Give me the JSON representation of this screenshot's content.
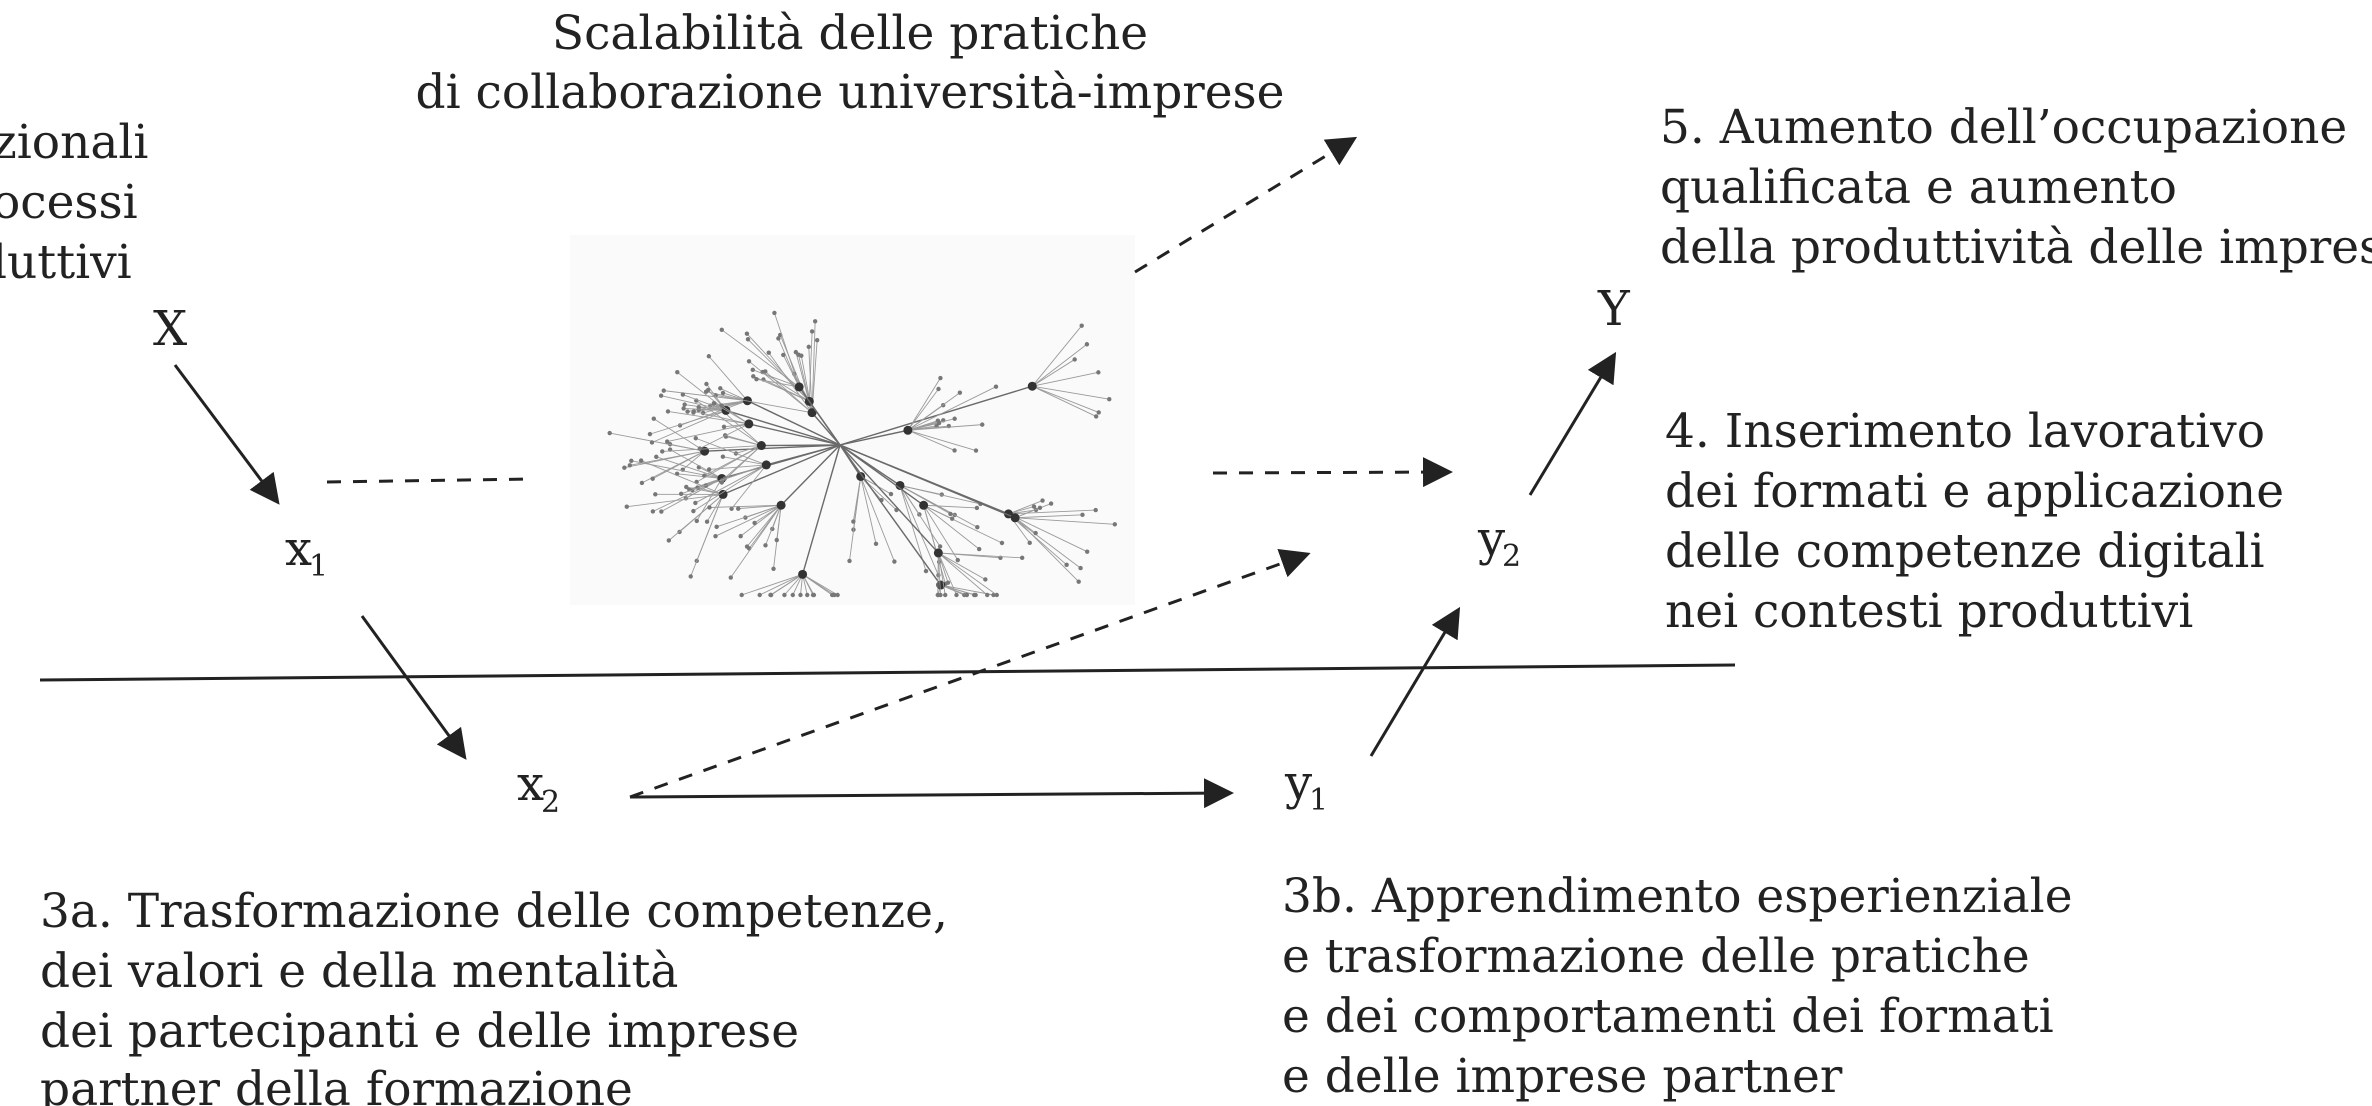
{
  "diagram": {
    "top_caption": [
      "Scalabilità delle pratiche",
      "di collaborazione università-imprese"
    ],
    "left_partial": [
      "zionali",
      "ocessi",
      "luttivi"
    ],
    "outcome_5": [
      "5. Aumento dell’occupazione",
      "qualificata e aumento",
      "della produttività delle imprese"
    ],
    "outcome_4": [
      "4. Inserimento lavorativo",
      "dei formati e applicazione",
      "delle competenze digitali",
      "nei contesti produttivi"
    ],
    "outcome_3a": [
      "3a. Trasformazione delle competenze,",
      "dei valori e della mentalità",
      "dei partecipanti e delle imprese",
      "partner della formazione"
    ],
    "outcome_3b": [
      "3b. Apprendimento esperienziale",
      "e trasformazione delle pratiche",
      "e dei comportamenti dei formati",
      "e delle imprese partner"
    ],
    "variables": {
      "X": "X",
      "Y": "Y",
      "x1": {
        "base": "x",
        "sub": "1"
      },
      "x2": {
        "base": "x",
        "sub": "2"
      },
      "y1": {
        "base": "y",
        "sub": "1"
      },
      "y2": {
        "base": "y",
        "sub": "2"
      }
    },
    "colors": {
      "ink": "#222222",
      "network": "#6a6a6a"
    }
  }
}
